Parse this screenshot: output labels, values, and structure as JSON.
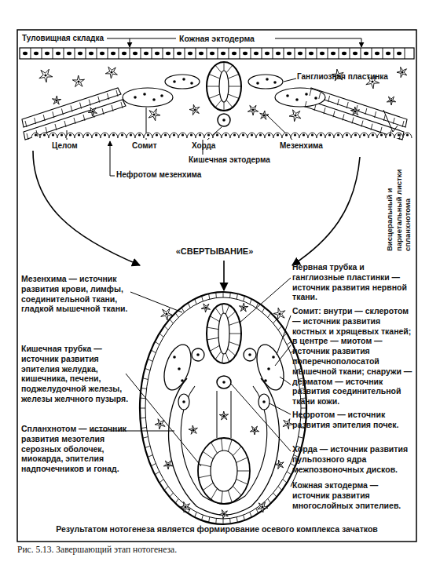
{
  "diagram": {
    "caption": "Рис. 5.13. Завершающий этап нотогенеза.",
    "labels": [
      "Туловищная складка",
      "Кожная эктодерма",
      "Ганглиозная пластинка",
      "Целом",
      "Сомит",
      "Хорда",
      "Мезенхима",
      "Кишечная эктодерма",
      "Висцеральный и париетальный листки спланхнотома",
      "Нефротом мезенхима",
      "«СВЕРТЫВАНИЕ»",
      "Мезенхима — источник развития крови, лимфы, соединительной ткани, гладкой мышечной ткани.",
      "Нервная трубка и ганглиозные пластинки — источник развития нервной ткани.",
      "Сомит: внутри — склеротом — источник развития костных и хрящевых тканей; в центре — миотом — источник развития поперечнополосатой мышечной ткани; снаружи — дерматом — источник развития соединительной ткани кожи.",
      "Кишечная трубка — источник развития эпителия желудка, кишечника, печени, поджелудочной железы, железы желчного пузыря.",
      "Нефротом — источник развития эпителия почек.",
      "Спланхнотом — источник развития мезотелия серозных оболочек, миокарда, эпителия надпочечников и гонад.",
      "Хорда — источник развития пульпозного ядра межпозвоночных дисков.",
      "Кожная эктодерма — источник развития многослойных эпителиев.",
      "Результатом нотогенеза является формирование осевого комплекса зачатков"
    ]
  }
}
